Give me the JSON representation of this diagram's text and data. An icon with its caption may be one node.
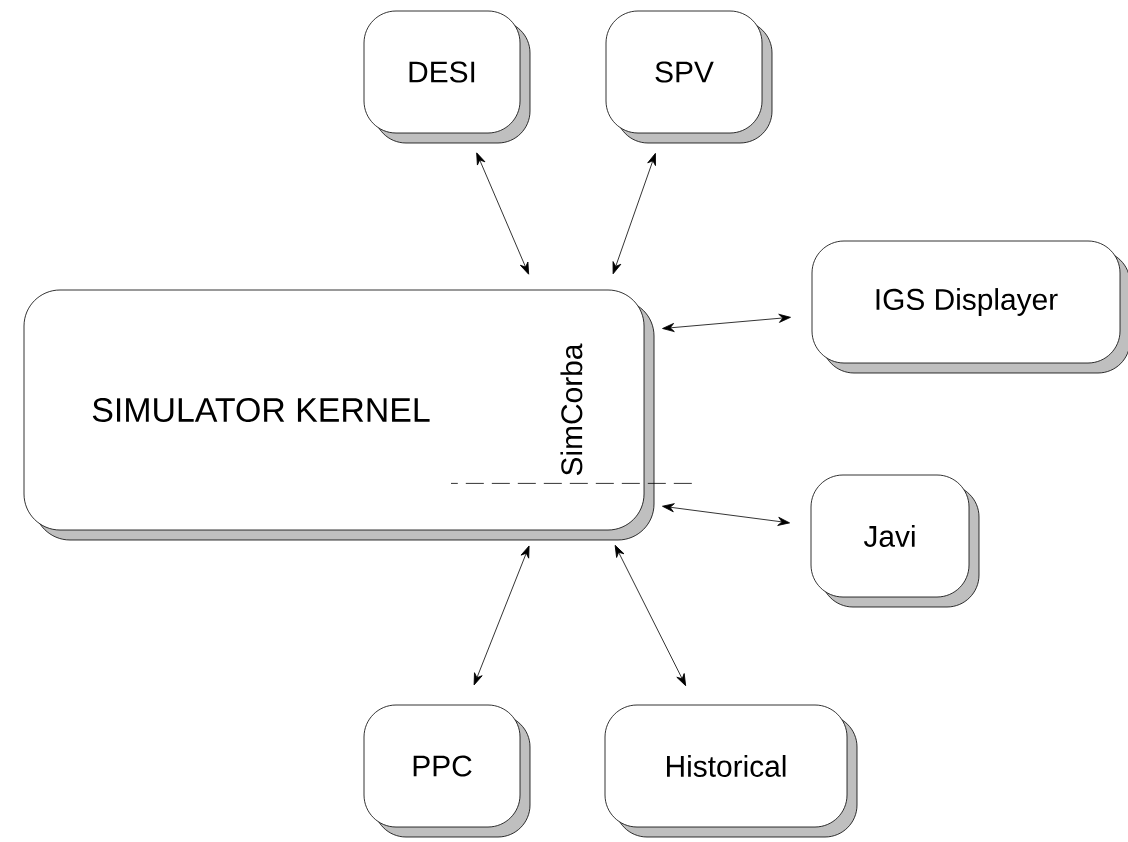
{
  "diagram": {
    "nodes": [
      {
        "text": [
          "SIMULATOR KERNEL"
        ]
      },
      {
        "text": [
          "SimCorba"
        ],
        "in": 0
      },
      {
        "text": [
          "DESI"
        ]
      },
      {
        "text": [
          "SPV"
        ]
      },
      {
        "text": [
          "IGS Displayer"
        ]
      },
      {
        "text": [
          "Javi"
        ]
      },
      {
        "text": [
          "PPC"
        ]
      },
      {
        "text": [
          "Historical"
        ]
      }
    ],
    "edges": [
      {
        "from": 1,
        "to": 2,
        "arrow": "both"
      },
      {
        "from": 1,
        "to": 3,
        "arrow": "both"
      },
      {
        "from": 1,
        "to": 4,
        "arrow": "both"
      },
      {
        "from": 1,
        "to": 5,
        "arrow": "both"
      },
      {
        "from": 1,
        "to": 6,
        "arrow": "both"
      },
      {
        "from": 1,
        "to": 7,
        "arrow": "both"
      }
    ]
  }
}
